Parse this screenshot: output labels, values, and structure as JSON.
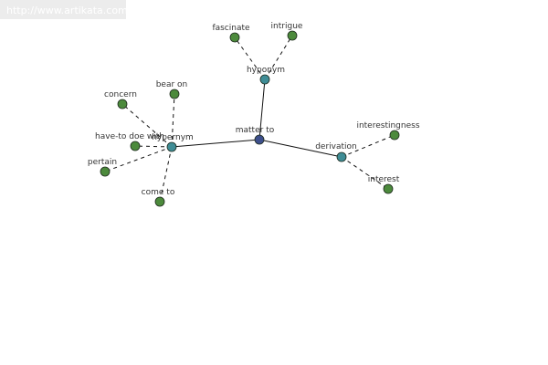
{
  "watermark": {
    "url": "http://www.artikata.com"
  },
  "graph": {
    "colors": {
      "center": "#3d4f8c",
      "relation": "#3f8d96",
      "leaf": "#4c8a3c",
      "stroke": "#1e2a1e",
      "edge": "#111111"
    },
    "nodes": [
      {
        "id": "matter-to",
        "label": "matter to",
        "kind": "center"
      },
      {
        "id": "hyponym",
        "label": "hyponym",
        "kind": "relation"
      },
      {
        "id": "hypernym",
        "label": "hypernym",
        "kind": "relation"
      },
      {
        "id": "derivation",
        "label": "derivation",
        "kind": "relation"
      },
      {
        "id": "fascinate",
        "label": "fascinate",
        "kind": "leaf"
      },
      {
        "id": "intrigue",
        "label": "intrigue",
        "kind": "leaf"
      },
      {
        "id": "concern",
        "label": "concern",
        "kind": "leaf"
      },
      {
        "id": "bear-on",
        "label": "bear on",
        "kind": "leaf"
      },
      {
        "id": "have-to-doe-with",
        "label": "have-to doe with",
        "kind": "leaf"
      },
      {
        "id": "pertain",
        "label": "pertain",
        "kind": "leaf"
      },
      {
        "id": "come-to",
        "label": "come to",
        "kind": "leaf"
      },
      {
        "id": "interestingness",
        "label": "interestingness",
        "kind": "leaf"
      },
      {
        "id": "interest",
        "label": "interest",
        "kind": "leaf"
      }
    ],
    "edges": [
      {
        "from": "matter-to",
        "to": "hyponym",
        "style": "solid"
      },
      {
        "from": "matter-to",
        "to": "hypernym",
        "style": "solid"
      },
      {
        "from": "matter-to",
        "to": "derivation",
        "style": "solid"
      },
      {
        "from": "hyponym",
        "to": "fascinate",
        "style": "dashed"
      },
      {
        "from": "hyponym",
        "to": "intrigue",
        "style": "dashed"
      },
      {
        "from": "hypernym",
        "to": "concern",
        "style": "dashed"
      },
      {
        "from": "hypernym",
        "to": "bear-on",
        "style": "dashed"
      },
      {
        "from": "hypernym",
        "to": "have-to-doe-with",
        "style": "dashed"
      },
      {
        "from": "hypernym",
        "to": "pertain",
        "style": "dashed"
      },
      {
        "from": "hypernym",
        "to": "come-to",
        "style": "dashed"
      },
      {
        "from": "derivation",
        "to": "interestingness",
        "style": "dashed"
      },
      {
        "from": "derivation",
        "to": "interest",
        "style": "dashed"
      }
    ]
  }
}
